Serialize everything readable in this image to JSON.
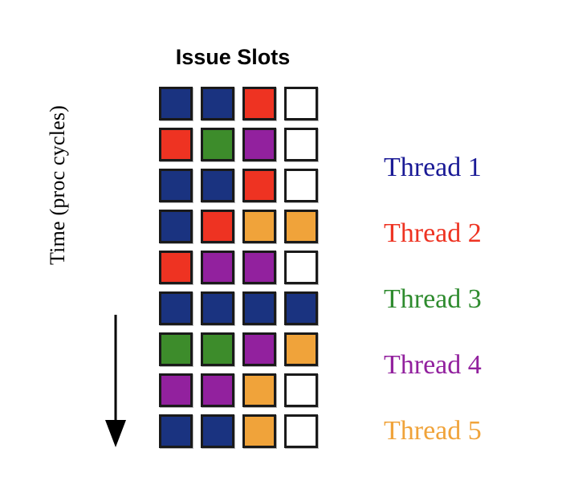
{
  "figure": {
    "title": "Issue Slots",
    "y_axis_label": "Time (proc cycles)",
    "arrow_direction": "down"
  },
  "palette": {
    "thread1_blue": "#1A3380",
    "thread2_red": "#EE3322",
    "thread3_green": "#3D8C2B",
    "thread4_purple": "#92219E",
    "thread5_orange": "#F0A33A",
    "empty_white": "#FFFFFF",
    "cell_border": "#1A1A1A",
    "legend_blue": "#1A1A96",
    "legend_red": "#EE3322",
    "legend_green": "#2E8B2E",
    "legend_purple": "#92219E",
    "legend_orange": "#F0A33A"
  },
  "legend": {
    "items": [
      {
        "label": "Thread 1",
        "color": "#1A1A96"
      },
      {
        "label": "Thread 2",
        "color": "#EE3322"
      },
      {
        "label": "Thread 3",
        "color": "#2E8B2E"
      },
      {
        "label": "Thread 4",
        "color": "#92219E"
      },
      {
        "label": "Thread 5",
        "color": "#F0A33A"
      }
    ]
  },
  "chart_data": {
    "type": "heatmap",
    "title": "Issue Slots",
    "xlabel": "Issue Slots",
    "ylabel": "Time (proc cycles)",
    "columns": 4,
    "rows": 9,
    "legend": [
      "Thread 1",
      "Thread 2",
      "Thread 3",
      "Thread 4",
      "Thread 5"
    ],
    "category_colors": {
      "thread1": "#1A3380",
      "thread2": "#EE3322",
      "thread3": "#3D8C2B",
      "thread4": "#92219E",
      "thread5": "#F0A33A",
      "empty": "#FFFFFF"
    },
    "grid": [
      [
        "thread1",
        "thread1",
        "thread2",
        "empty"
      ],
      [
        "thread2",
        "thread3",
        "thread4",
        "empty"
      ],
      [
        "thread1",
        "thread1",
        "thread2",
        "empty"
      ],
      [
        "thread1",
        "thread2",
        "thread5",
        "thread5"
      ],
      [
        "thread2",
        "thread4",
        "thread4",
        "empty"
      ],
      [
        "thread1",
        "thread1",
        "thread1",
        "thread1"
      ],
      [
        "thread3",
        "thread3",
        "thread4",
        "thread5"
      ],
      [
        "thread4",
        "thread4",
        "thread5",
        "empty"
      ],
      [
        "thread1",
        "thread1",
        "thread5",
        "empty"
      ]
    ]
  }
}
